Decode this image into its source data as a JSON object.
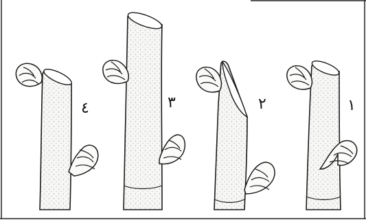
{
  "figure": {
    "background": "#ffffff",
    "ink": "#1a1a1a",
    "stem_fill": "#f4f4f2",
    "labels": [
      "١",
      "٢",
      "٣",
      "٤"
    ]
  },
  "stems": [
    {
      "label_index": 0,
      "cut": "flat-slanted",
      "bud_upper": "left",
      "bud_lower": "right"
    },
    {
      "label_index": 1,
      "cut": "long-slant",
      "bud_upper": "left",
      "bud_lower": "right"
    },
    {
      "label_index": 2,
      "cut": "high-flat",
      "bud_upper": "left",
      "bud_lower": "right"
    },
    {
      "label_index": 3,
      "cut": "short-slant",
      "bud_upper": "left",
      "bud_lower": "right"
    }
  ]
}
